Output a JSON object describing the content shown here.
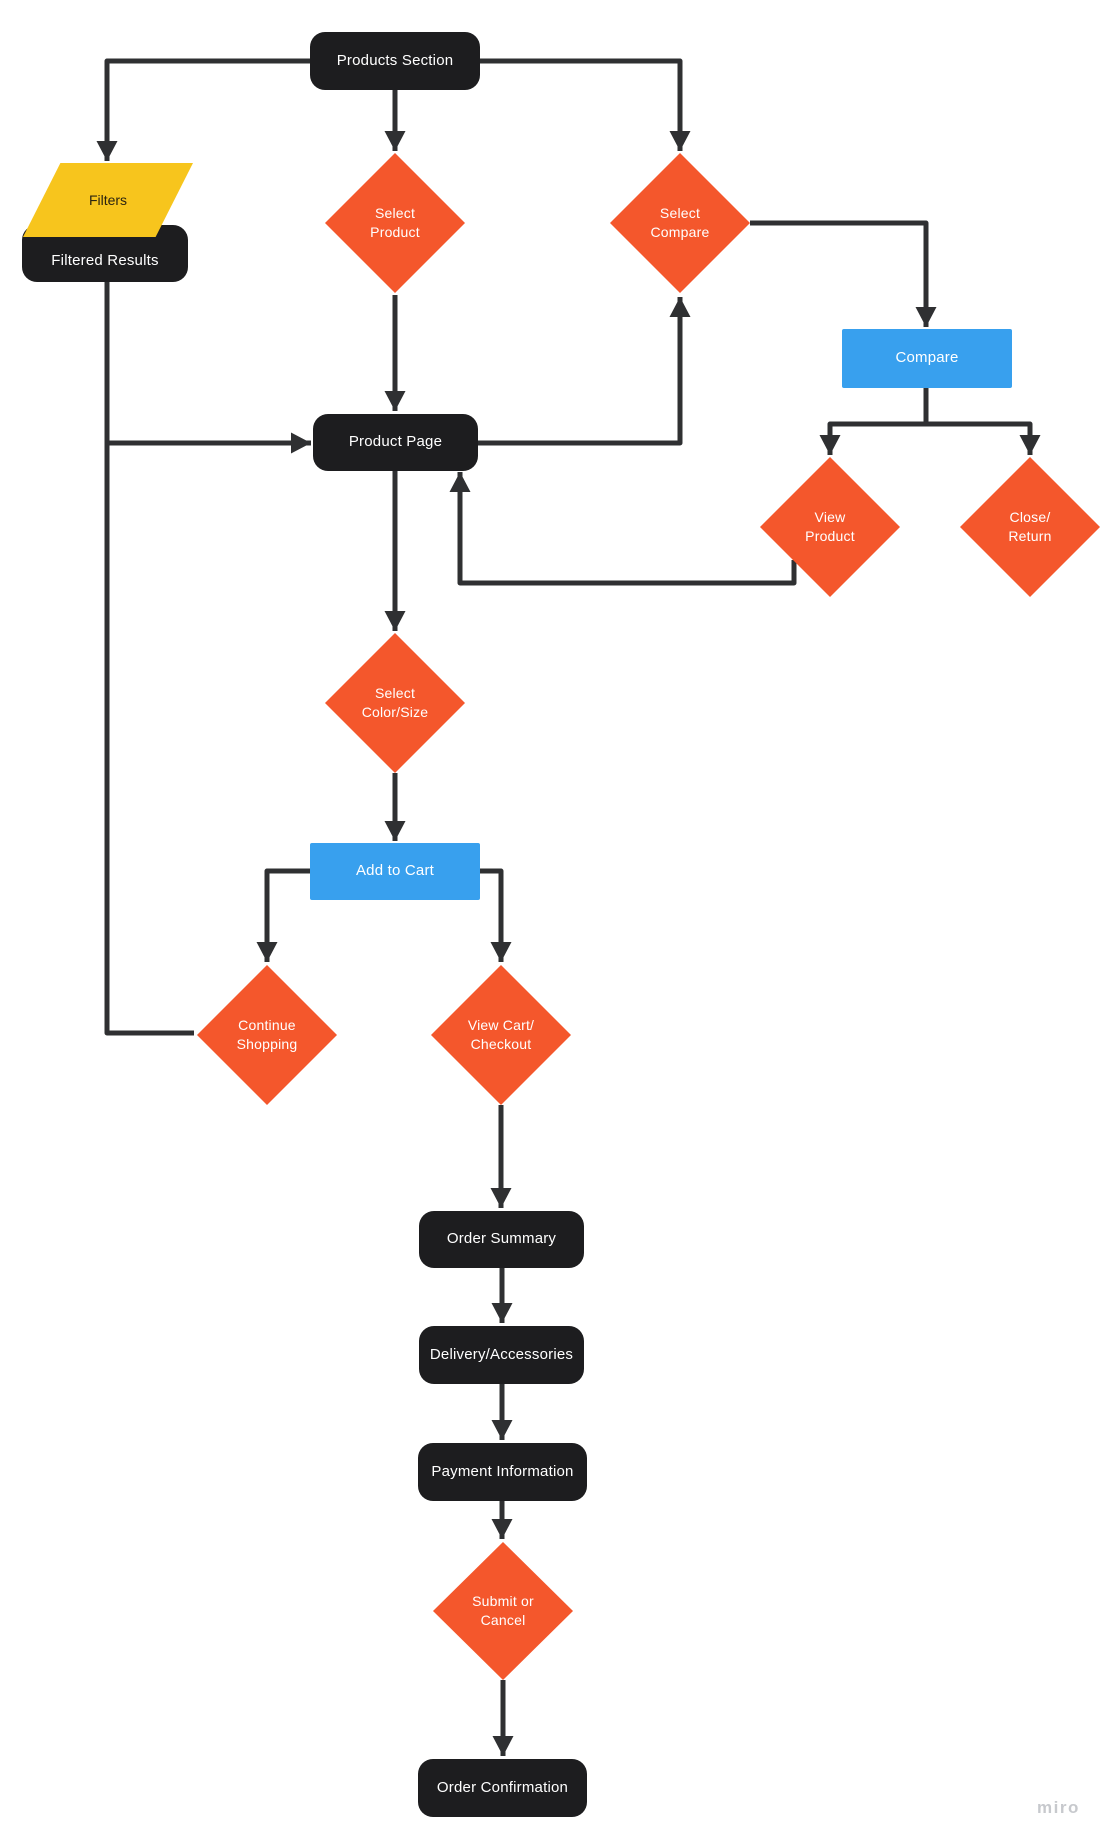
{
  "diagram": {
    "watermark": "miro",
    "colors": {
      "terminal_fill": "#1d1d1f",
      "terminal_text": "#ffffff",
      "decision_fill": "#f4572c",
      "decision_text": "#ffffff",
      "action_fill": "#38a0ee",
      "action_text": "#ffffff",
      "data_fill": "#f7c51d",
      "data_text": "#2b2410",
      "connector": "#2f3032",
      "background": "#ffffff",
      "watermark_color": "#c7c9cd"
    },
    "nodes": {
      "products_section": {
        "label": "Products Section",
        "shape": "rounded-rectangle",
        "kind": "terminal"
      },
      "filters": {
        "label": "Filters",
        "shape": "parallelogram",
        "kind": "data"
      },
      "filtered_results": {
        "label": "Filtered Results",
        "shape": "rounded-rectangle",
        "kind": "terminal"
      },
      "select_product": {
        "label": "Select\nProduct",
        "shape": "diamond",
        "kind": "decision"
      },
      "select_compare": {
        "label": "Select\nCompare",
        "shape": "diamond",
        "kind": "decision"
      },
      "compare": {
        "label": "Compare",
        "shape": "rectangle",
        "kind": "action"
      },
      "product_page": {
        "label": "Product Page",
        "shape": "rounded-rectangle",
        "kind": "terminal"
      },
      "view_product": {
        "label": "View\nProduct",
        "shape": "diamond",
        "kind": "decision"
      },
      "close_return": {
        "label": "Close/\nReturn",
        "shape": "diamond",
        "kind": "decision"
      },
      "select_color_size": {
        "label": "Select\nColor/Size",
        "shape": "diamond",
        "kind": "decision"
      },
      "add_to_cart": {
        "label": "Add to Cart",
        "shape": "rectangle",
        "kind": "action"
      },
      "continue_shopping": {
        "label": "Continue\nShopping",
        "shape": "diamond",
        "kind": "decision"
      },
      "view_cart_checkout": {
        "label": "View Cart/\nCheckout",
        "shape": "diamond",
        "kind": "decision"
      },
      "order_summary": {
        "label": "Order Summary",
        "shape": "rounded-rectangle",
        "kind": "terminal"
      },
      "delivery_accessories": {
        "label": "Delivery/Accessories",
        "shape": "rounded-rectangle",
        "kind": "terminal"
      },
      "payment_information": {
        "label": "Payment Information",
        "shape": "rounded-rectangle",
        "kind": "terminal"
      },
      "submit_or_cancel": {
        "label": "Submit or\nCancel",
        "shape": "diamond",
        "kind": "decision"
      },
      "order_confirmation": {
        "label": "Order Confirmation",
        "shape": "rounded-rectangle",
        "kind": "terminal"
      }
    },
    "edges": [
      {
        "from": "products_section",
        "to": "filters"
      },
      {
        "from": "products_section",
        "to": "select_product"
      },
      {
        "from": "products_section",
        "to": "select_compare"
      },
      {
        "from": "filtered_results",
        "to": "product_page"
      },
      {
        "from": "continue_shopping",
        "to": "product_page"
      },
      {
        "from": "select_product",
        "to": "product_page"
      },
      {
        "from": "select_compare",
        "to": "compare"
      },
      {
        "from": "product_page",
        "to": "select_compare"
      },
      {
        "from": "compare",
        "to": "view_product"
      },
      {
        "from": "compare",
        "to": "close_return"
      },
      {
        "from": "view_product",
        "to": "product_page"
      },
      {
        "from": "product_page",
        "to": "select_color_size"
      },
      {
        "from": "select_color_size",
        "to": "add_to_cart"
      },
      {
        "from": "add_to_cart",
        "to": "continue_shopping"
      },
      {
        "from": "add_to_cart",
        "to": "view_cart_checkout"
      },
      {
        "from": "view_cart_checkout",
        "to": "order_summary"
      },
      {
        "from": "order_summary",
        "to": "delivery_accessories"
      },
      {
        "from": "delivery_accessories",
        "to": "payment_information"
      },
      {
        "from": "payment_information",
        "to": "submit_or_cancel"
      },
      {
        "from": "submit_or_cancel",
        "to": "order_confirmation"
      }
    ]
  }
}
